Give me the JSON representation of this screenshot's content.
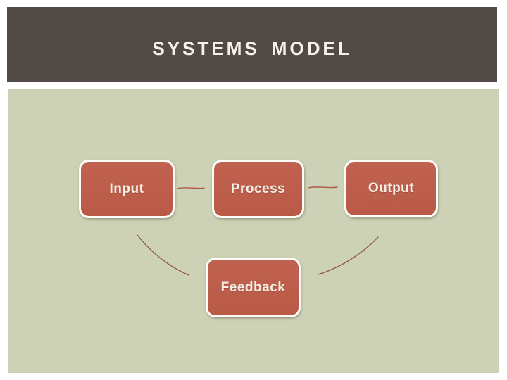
{
  "slide": {
    "title": "SYSTEMS MODEL"
  },
  "diagram": {
    "nodes": [
      {
        "id": "input",
        "label": "Input"
      },
      {
        "id": "process",
        "label": "Process"
      },
      {
        "id": "output",
        "label": "Output"
      },
      {
        "id": "feedback",
        "label": "Feedback"
      }
    ],
    "connectors": [
      {
        "from": "input",
        "to": "process",
        "style": "straight-line"
      },
      {
        "from": "process",
        "to": "output",
        "style": "straight-line"
      },
      {
        "from": "input",
        "to": "feedback",
        "style": "curved-arc"
      },
      {
        "from": "feedback",
        "to": "output",
        "style": "curved-arc"
      }
    ]
  },
  "colors": {
    "page_bg": "#ffffff",
    "header_bg": "#524a47",
    "body_bg": "#cdd1b5",
    "node_fill": "#c16250",
    "node_border": "#fdfcf6",
    "connector_line": "#b15a43",
    "connector_curve": "#8f5540",
    "title_text": "#f5f2e9",
    "node_text": "#f4efe4"
  }
}
